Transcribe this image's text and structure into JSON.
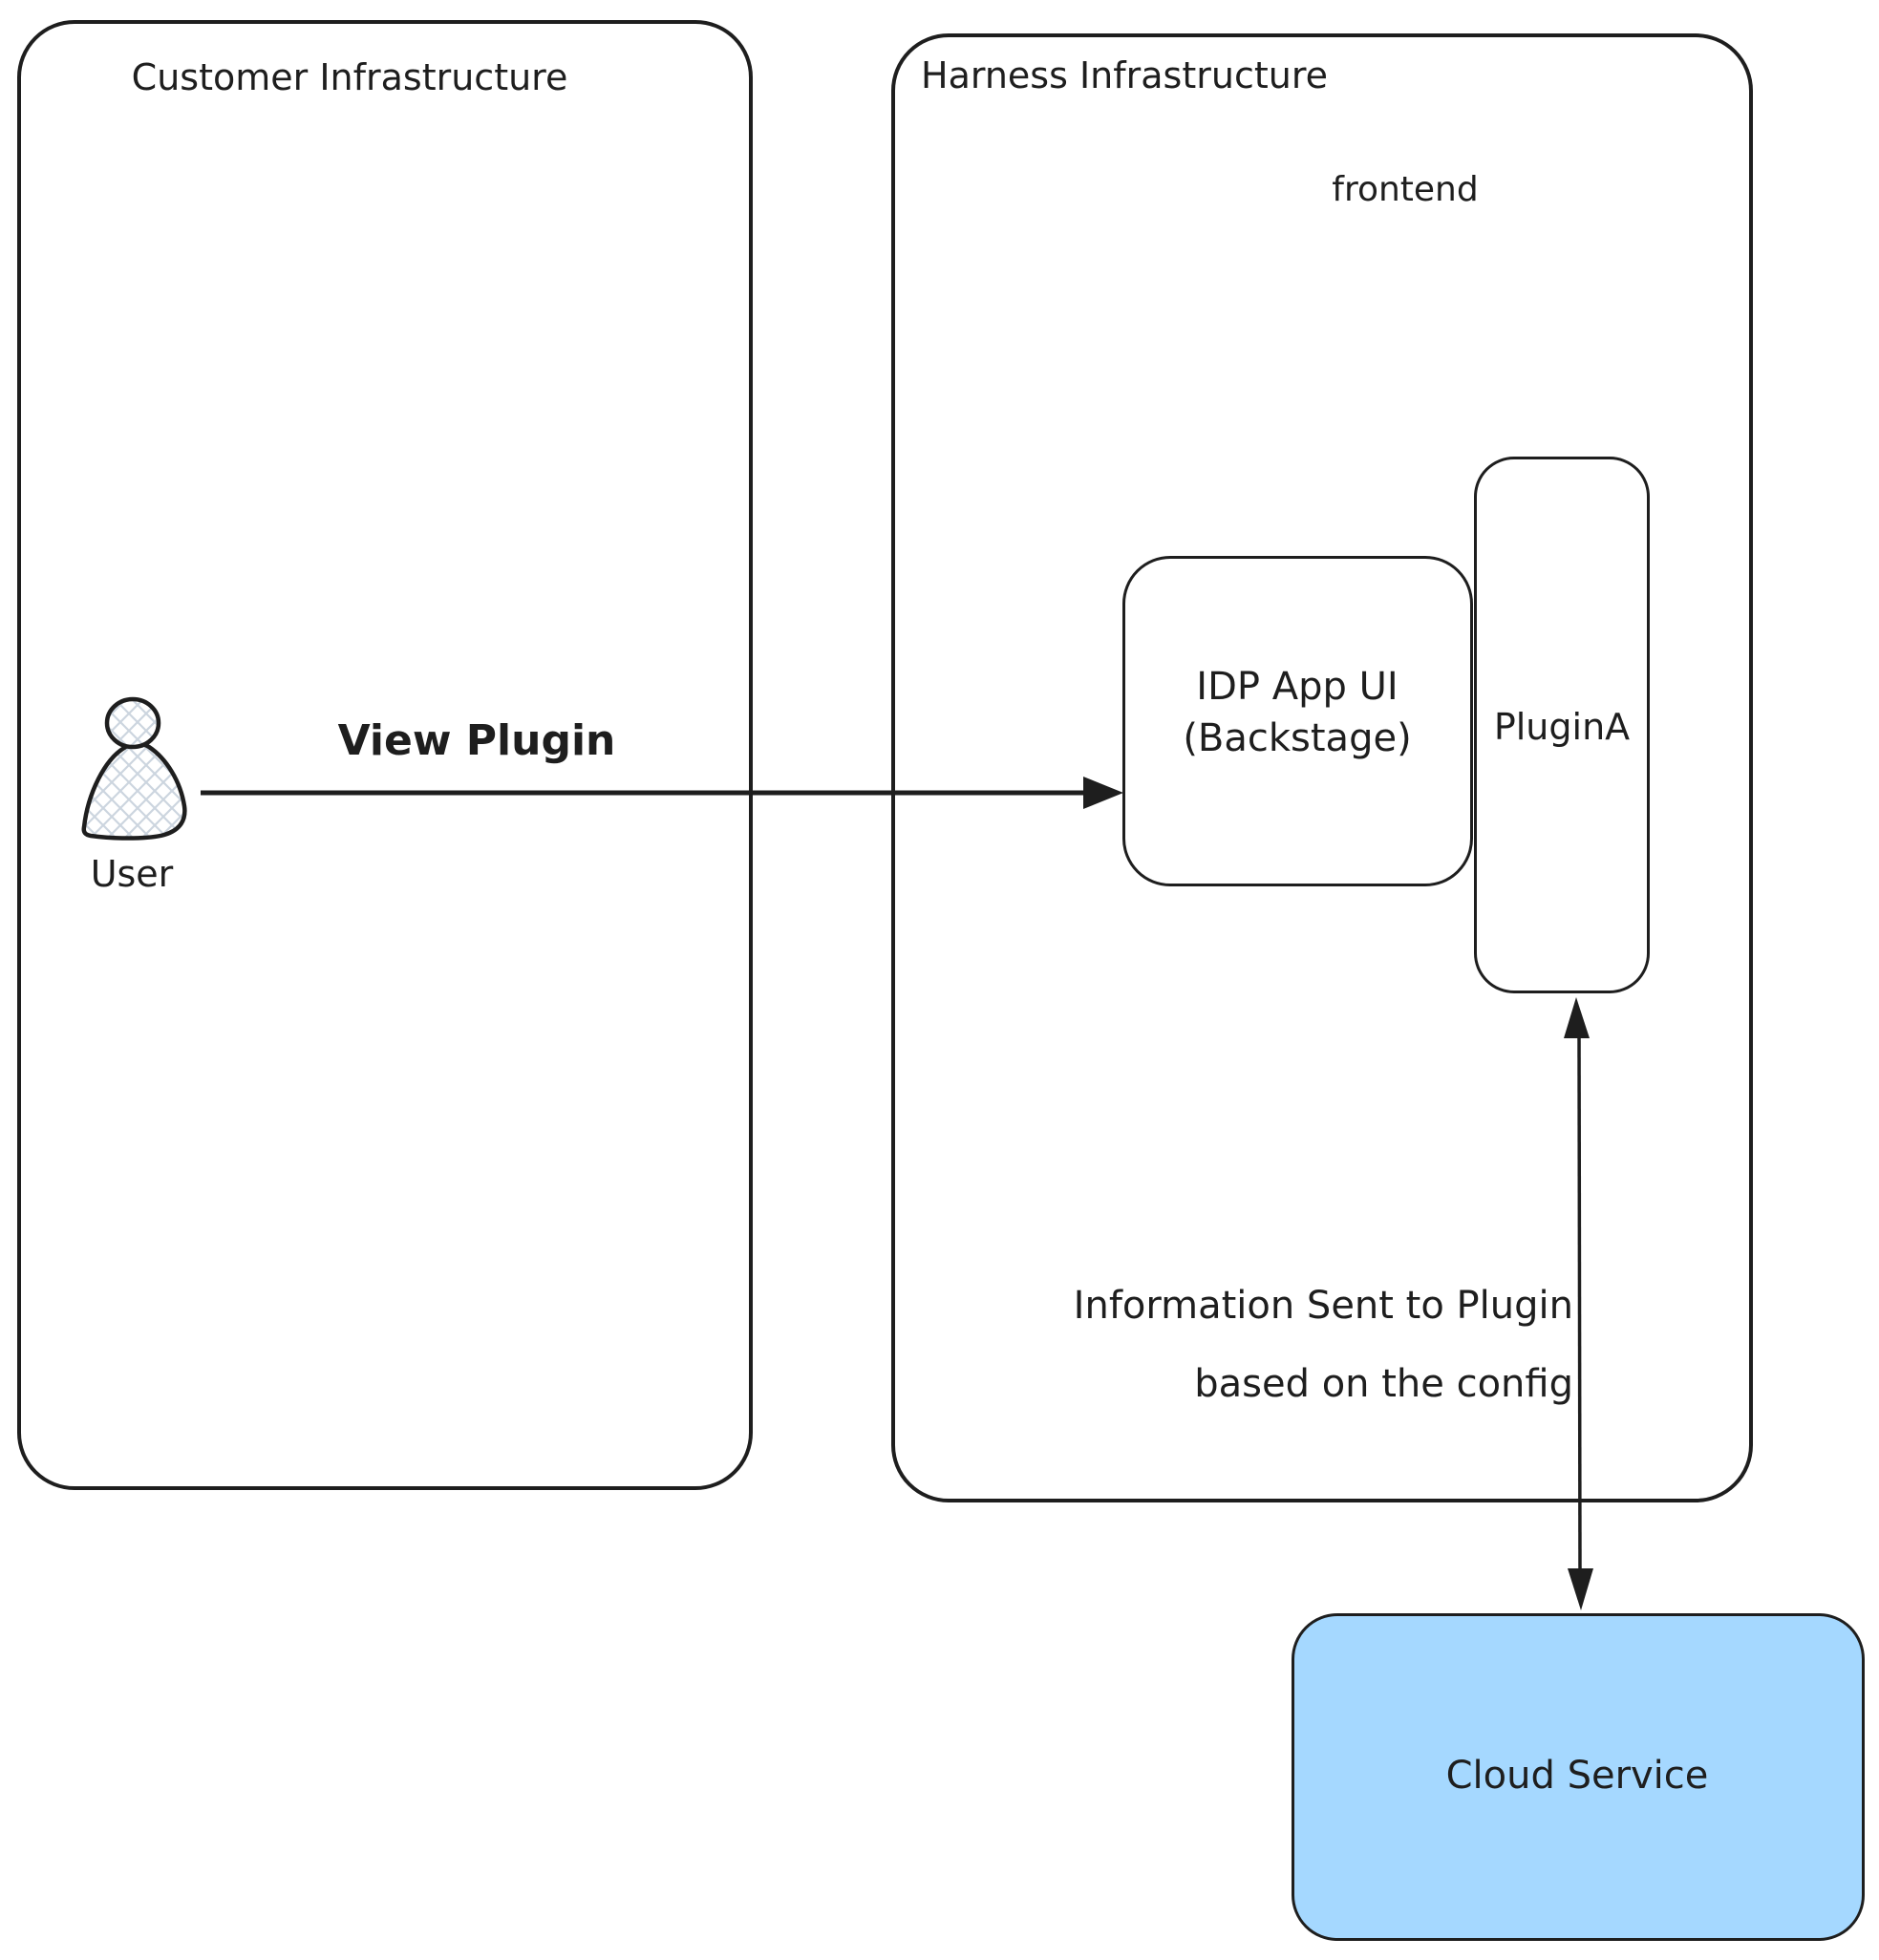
{
  "colors": {
    "stroke": "#1e1e1e",
    "cloud_fill": "#a5d8ff",
    "hatch_fill": "#ced4da",
    "background": "#ffffff"
  },
  "containers": {
    "customer": {
      "title": "Customer Infrastructure"
    },
    "harness": {
      "title": "Harness Infrastructure",
      "sublabel": "frontend"
    }
  },
  "nodes": {
    "idp": {
      "line1": "IDP App UI",
      "line2": "(Backstage)"
    },
    "plugina": {
      "label": "PluginA"
    },
    "cloud": {
      "label": "Cloud Service"
    }
  },
  "actors": {
    "user": {
      "label": "User"
    }
  },
  "edges": {
    "view_plugin": {
      "label": "View Plugin",
      "from": "User",
      "to": "IDP App UI (Backstage)"
    },
    "plugin_cloud": {
      "line1": "Information Sent to Plugin",
      "line2": "based on the config",
      "from": "PluginA",
      "to": "Cloud Service",
      "direction": "bidirectional"
    }
  }
}
